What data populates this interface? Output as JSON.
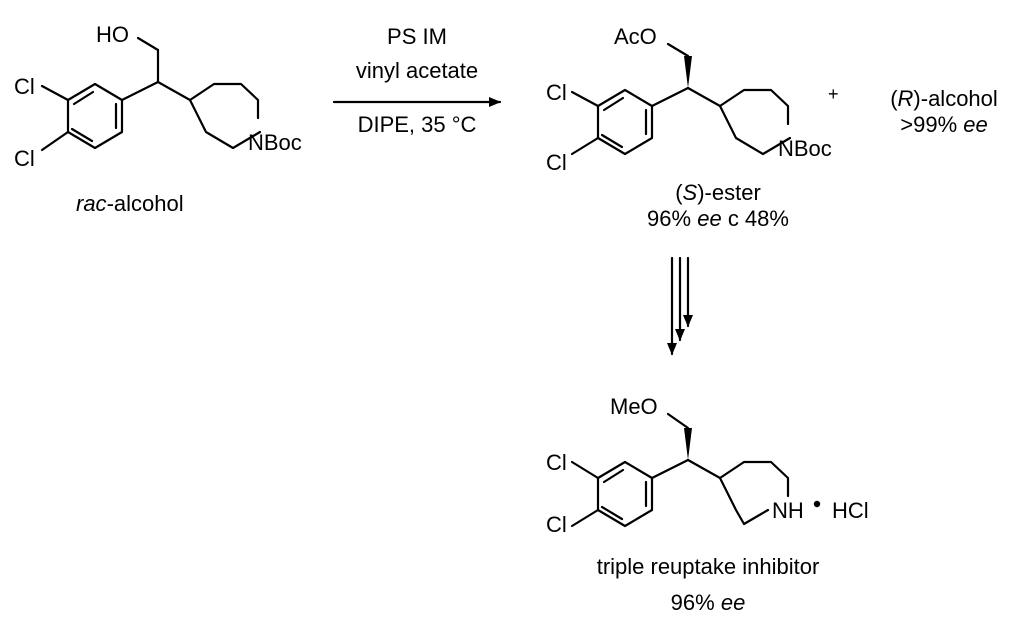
{
  "start": {
    "atoms": {
      "ho": "HO",
      "cl1": "Cl",
      "cl2": "Cl",
      "n": "NBoc"
    },
    "caption_prefix": "rac",
    "caption_rest": "-alcohol"
  },
  "reaction": {
    "reagent_line1": "PS IM",
    "reagent_line2": "vinyl acetate",
    "condition": "DIPE, 35 °C"
  },
  "ester": {
    "atoms": {
      "aco": "AcO",
      "cl1": "Cl",
      "cl2": "Cl",
      "n": "NBoc"
    },
    "label_open": "(",
    "label_config": "S",
    "label_close": ")-ester",
    "ee_value": "96%",
    "ee_unit": "ee",
    "conversion": "c 48%"
  },
  "plus": "+",
  "alcohol": {
    "label_open": "(",
    "label_config": "R",
    "label_close": ")-alcohol",
    "ee_value": ">99%",
    "ee_unit": "ee"
  },
  "product": {
    "atoms": {
      "meo": "MeO",
      "cl1": "Cl",
      "cl2": "Cl",
      "n": "NH"
    },
    "salt": "HCl",
    "caption": "triple reuptake inhibitor",
    "ee_value": "96%",
    "ee_unit": "ee"
  }
}
